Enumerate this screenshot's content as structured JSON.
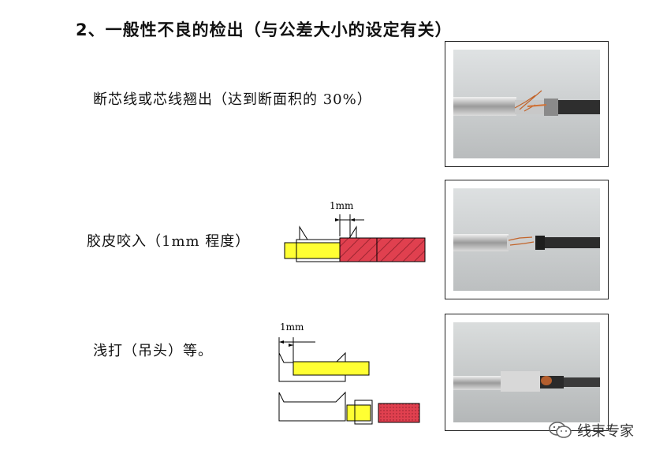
{
  "heading": "2、一般性不良的检出（与公差大小的设定有关）",
  "items": [
    {
      "label": "断芯线或芯线翘出（达到断面积的 30%）"
    },
    {
      "label": "胶皮咬入（1mm 程度）",
      "dimension_label": "1mm"
    },
    {
      "label": "浅打（吊头）等。",
      "dimension_label": "1mm"
    }
  ],
  "watermark": {
    "text": "线束专家",
    "icon": "wechat-icon"
  },
  "colors": {
    "core_yellow": "#ffff33",
    "insulation_red": "#e0404f",
    "photo_bg": "#c9cccd"
  }
}
